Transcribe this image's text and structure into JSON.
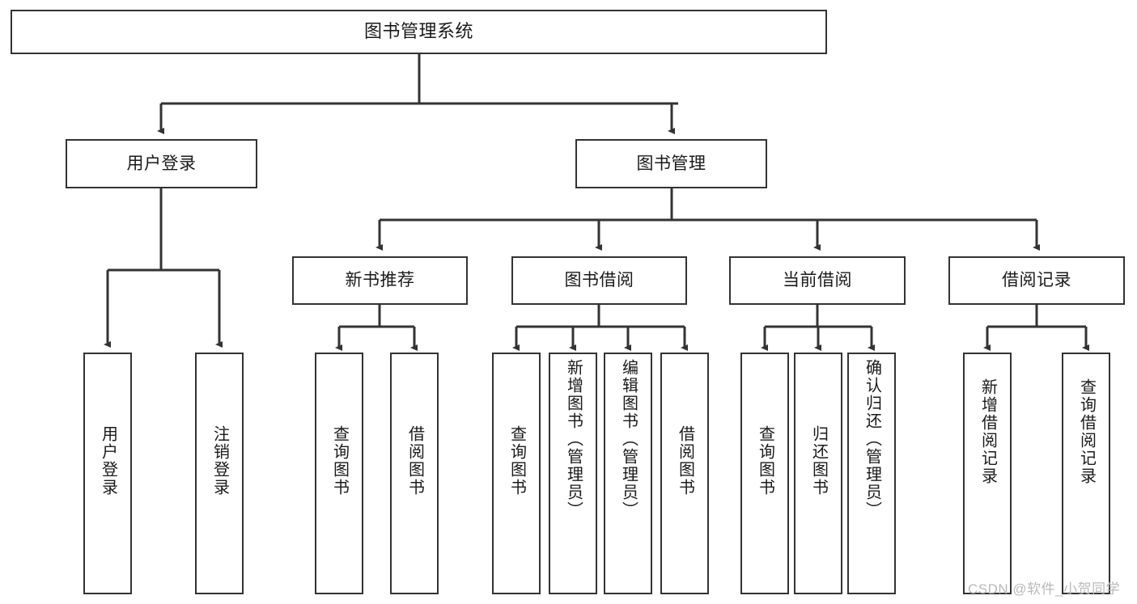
{
  "diagram": {
    "type": "tree",
    "title": "图书管理系统",
    "root": {
      "label": "图书管理系统"
    },
    "level2": [
      {
        "label": "用户登录"
      },
      {
        "label": "图书管理"
      }
    ],
    "level3": [
      {
        "label": "新书推荐"
      },
      {
        "label": "图书借阅"
      },
      {
        "label": "当前借阅"
      },
      {
        "label": "借阅记录"
      }
    ],
    "leaves": {
      "user_login": [
        {
          "label": "用户登录"
        },
        {
          "label": "注销登录"
        }
      ],
      "new_book_recommend": [
        {
          "label": "查询图书"
        },
        {
          "label": "借阅图书"
        }
      ],
      "book_borrow": [
        {
          "label": "查询图书"
        },
        {
          "label": "新增图书（管理员）"
        },
        {
          "label": "编辑图书（管理员）"
        },
        {
          "label": "借阅图书"
        }
      ],
      "current_borrow": [
        {
          "label": "查询图书"
        },
        {
          "label": "归还图书"
        },
        {
          "label": "确认归还（管理员）"
        }
      ],
      "borrow_record": [
        {
          "label": "新增借阅记录"
        },
        {
          "label": "查询借阅记录"
        }
      ]
    }
  },
  "watermark": {
    "text": "CSDN @软件_小贺同学"
  },
  "colors": {
    "stroke": "#333333",
    "background": "#ffffff",
    "text": "#1a1a1a",
    "watermark": "#b9b9b9"
  }
}
